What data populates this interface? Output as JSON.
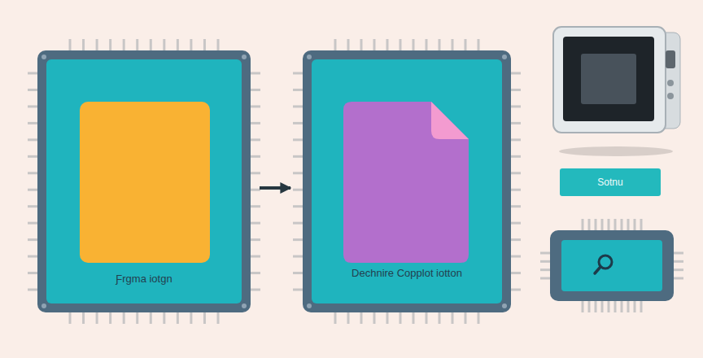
{
  "diagram": {
    "nodes": [
      {
        "text": [
          "Ƒrgma iotgn"
        ]
      },
      {
        "text": [
          "Dechnire Copplot iotton"
        ]
      },
      {
        "text": [
          "Sotnu"
        ]
      }
    ],
    "edges": [
      {
        "from": 0,
        "to": 1,
        "arrow": "to"
      }
    ]
  }
}
